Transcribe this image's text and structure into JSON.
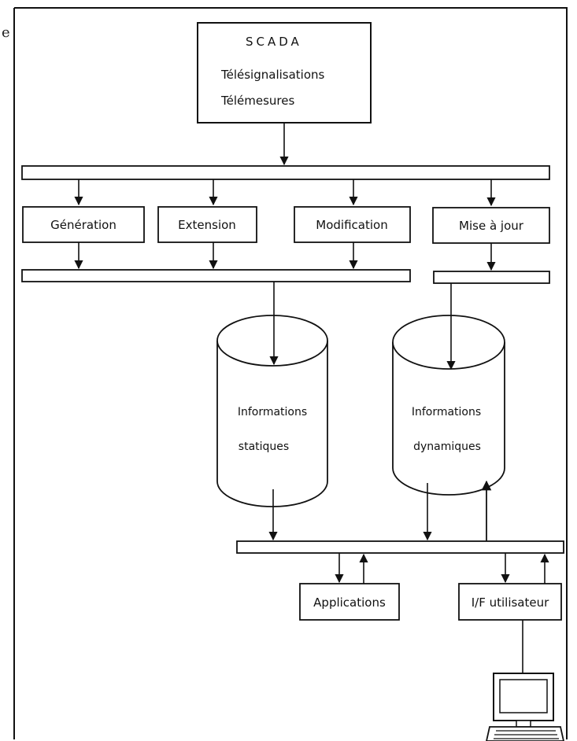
{
  "edge_fragment": "e",
  "scada": {
    "title": "SCADA",
    "line1": "Télésignalisations",
    "line2": "Télémesures"
  },
  "processes": {
    "generation": "Génération",
    "extension": "Extension",
    "modification": "Modification",
    "mise_a_jour": "Mise à jour"
  },
  "stores": {
    "static_line1": "Informations",
    "static_line2": "statiques",
    "dynamic_line1": "Informations",
    "dynamic_line2": "dynamiques"
  },
  "consumers": {
    "applications": "Applications",
    "user_interface": "I/F utilisateur"
  }
}
